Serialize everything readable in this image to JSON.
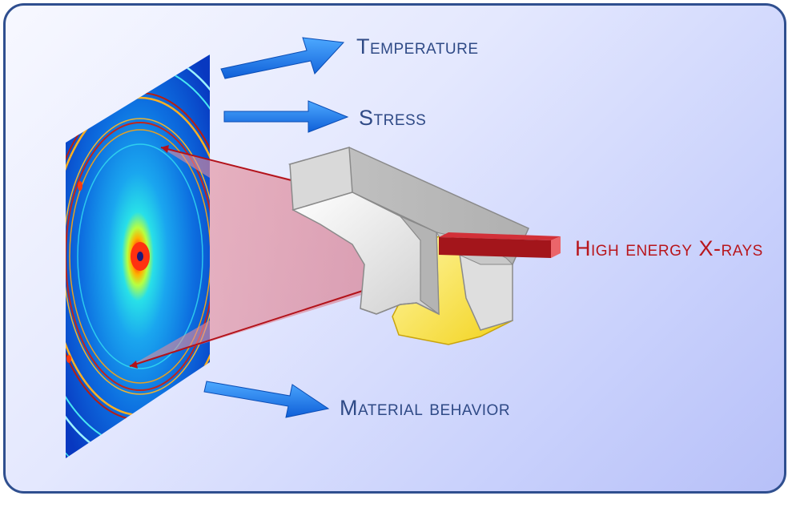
{
  "labels": {
    "temperature": "Temperature",
    "stress": "Stress",
    "material_behavior": "Material behavior",
    "xrays": "High energy X-rays"
  },
  "colors": {
    "frame_border": "#2f4f8f",
    "label_blue": "#2f4a86",
    "label_red": "#b8161c",
    "arrow_blue": "#1e7ef0",
    "beam_red": "#a3151b"
  },
  "icons": {
    "detector": "diffraction-pattern-detector",
    "sample": "sample-specimen",
    "arrows": "blue-output-arrows"
  }
}
